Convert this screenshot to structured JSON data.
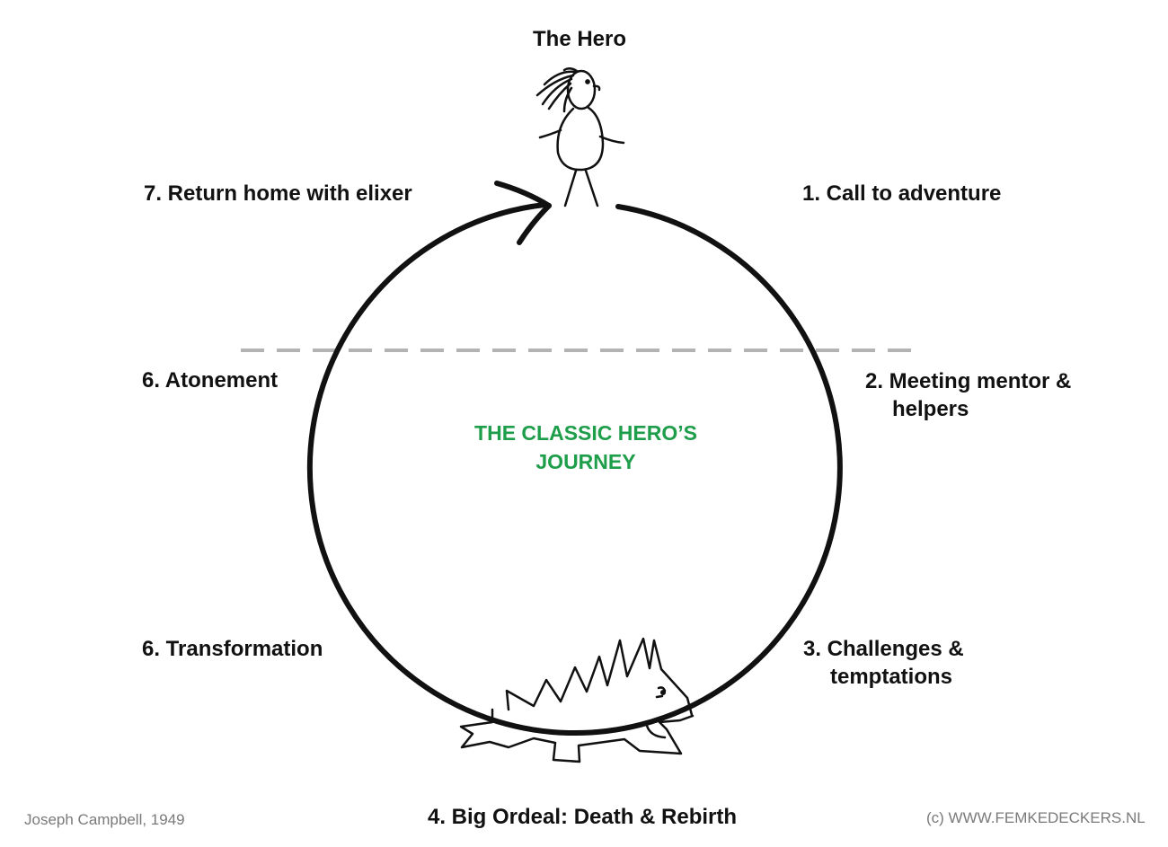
{
  "hero_label": "The Hero",
  "stages": {
    "call_to_adventure": "1. Call to adventure",
    "meeting_mentor_line1": "2. Meeting mentor &",
    "meeting_mentor_line2": "helpers",
    "challenges_line1": "3. Challenges &",
    "challenges_line2": "temptations",
    "big_ordeal": "4. Big Ordeal: Death & Rebirth",
    "transformation": "6. Transformation",
    "atonement": "6. Atonement",
    "return_home": "7. Return home with elixer"
  },
  "center_title_line1": "THE CLASSIC HERO’S",
  "center_title_line2": "JOURNEY",
  "footer": {
    "credit": "Joseph Campbell, 1949",
    "copyright": "(c) WWW.FEMKEDECKERS.NL"
  },
  "icons": {
    "hero": "stick-figure-hero-icon",
    "monster": "spiky-monster-icon",
    "arrow": "arrowhead-icon"
  },
  "colors": {
    "text": "#111111",
    "title": "#1e9e4a",
    "divider": "#b3b3b3",
    "footer_text": "#7a7a7a"
  }
}
